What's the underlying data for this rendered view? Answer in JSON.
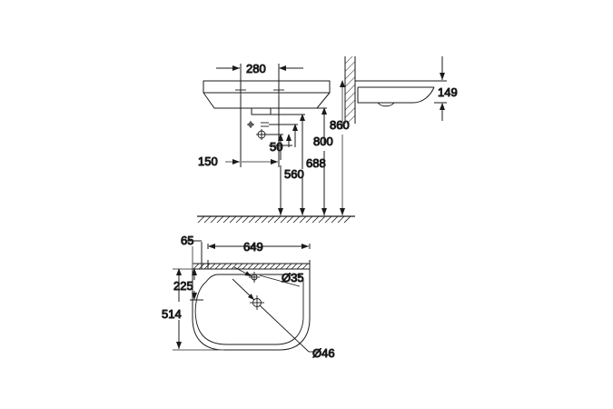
{
  "drawing": {
    "title": "Washbasin dimensional drawing",
    "units": "mm",
    "line_color": "#1a1a1a",
    "background_color": "#ffffff",
    "views": [
      {
        "name": "front-elevation",
        "label": "front elevation of washbasin with wall"
      },
      {
        "name": "side-elevation",
        "label": "side section through washbasin"
      },
      {
        "name": "plan-view",
        "label": "top plan view of washbasin"
      }
    ]
  },
  "dimensions": {
    "tap_hole_spacing": "280",
    "basin_depth_side": "149",
    "wall_outlet_height": "860",
    "basin_rim_height": "800",
    "trap_height": "688",
    "supply_height": "560",
    "supply_offset": "150",
    "supply_spacing": "50",
    "wall_to_basin_front": "65",
    "basin_width": "649",
    "basin_front_depth": "225",
    "basin_total_depth": "514",
    "tap_hole_diameter": "Ø35",
    "waste_hole_diameter": "Ø46"
  },
  "labels": {
    "d280": "280",
    "d149": "149",
    "d860": "860",
    "d800": "800",
    "d688": "688",
    "d560": "560",
    "d150": "150",
    "d50": "50",
    "d65": "65",
    "d649": "649",
    "d225": "225",
    "d514": "514",
    "d35": "Ø35",
    "d46": "Ø46"
  }
}
